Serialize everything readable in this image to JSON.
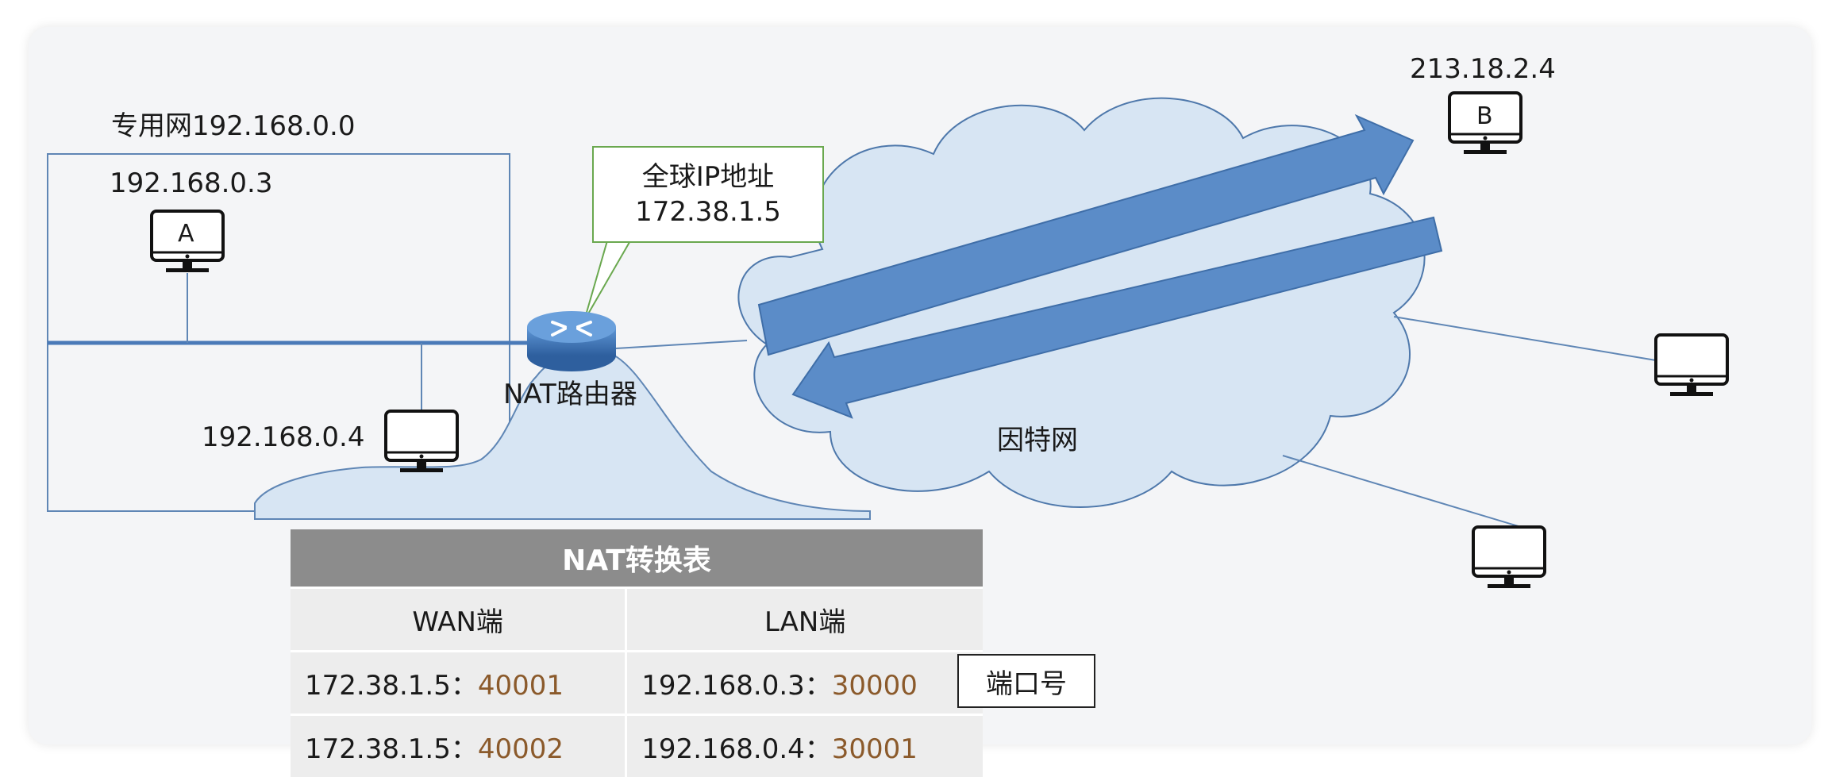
{
  "private_network": {
    "label": "专用网192.168.0.0"
  },
  "hosts": {
    "a": {
      "ip": "192.168.0.3",
      "name": "A"
    },
    "a2": {
      "ip": "192.168.0.4"
    },
    "b": {
      "ip": "213.18.2.4",
      "name": "B"
    }
  },
  "router": {
    "label": "NAT路由器"
  },
  "global_ip": {
    "title": "全球IP地址",
    "ip": "172.38.1.5"
  },
  "internet": {
    "label": "因特网"
  },
  "nat_table": {
    "title": "NAT转换表",
    "headers": [
      "WAN端",
      "LAN端"
    ],
    "rows": [
      {
        "wan_ip": "172.38.1.5：",
        "wan_port": "40001",
        "lan_ip": "192.168.0.3：",
        "lan_port": "30000"
      },
      {
        "wan_ip": "172.38.1.5：",
        "wan_port": "40002",
        "lan_ip": "192.168.0.4：",
        "lan_port": "30001"
      }
    ]
  },
  "port_note": "端口号",
  "colors": {
    "arrow": "#5b8cc8",
    "cloud": "#d7e5f3",
    "line": "#4a7ab8",
    "callout_border": "#6aa84f"
  }
}
